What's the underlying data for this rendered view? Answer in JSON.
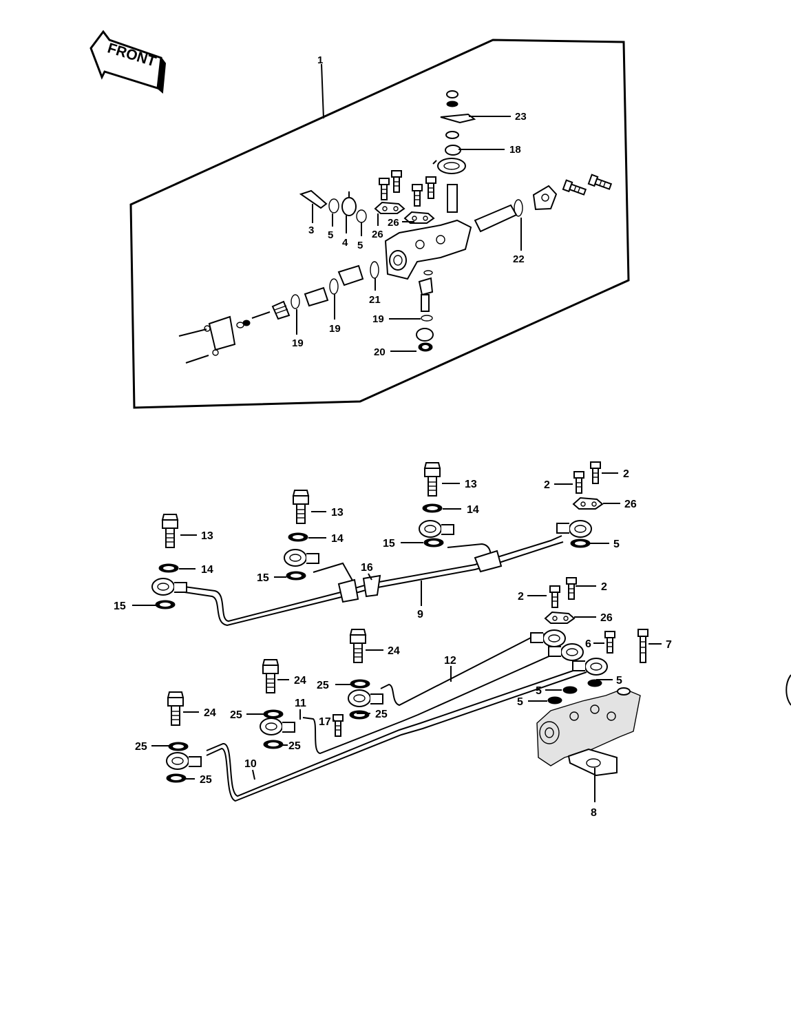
{
  "front_label": "FRONT",
  "callouts": {
    "c1": "1",
    "c23": "23",
    "c18": "18",
    "c3": "3",
    "c5a": "5",
    "c4": "4",
    "c5b": "5",
    "c26a": "26",
    "c26b": "26",
    "c22": "22",
    "c21": "21",
    "c19a": "19",
    "c19b": "19",
    "c19c": "19",
    "c20": "20",
    "c13a": "13",
    "c13b": "13",
    "c13c": "13",
    "c14a": "14",
    "c14b": "14",
    "c14c": "14",
    "c15a": "15",
    "c15b": "15",
    "c15c": "15",
    "c16": "16",
    "c9": "9",
    "c2a": "2",
    "c2b": "2",
    "c26c": "26",
    "c5c": "5",
    "c2c": "2",
    "c2d": "2",
    "c26d": "26",
    "c6": "6",
    "c7": "7",
    "c12": "12",
    "c24a": "24",
    "c24b": "24",
    "c24c": "24",
    "c25a": "25",
    "c25b": "25",
    "c25c": "25",
    "c25d": "25",
    "c25e": "25",
    "c25f": "25",
    "c11": "11",
    "c17": "17",
    "c10": "10",
    "c5d": "5",
    "c5e": "5",
    "c5f": "5",
    "c8": "8"
  }
}
